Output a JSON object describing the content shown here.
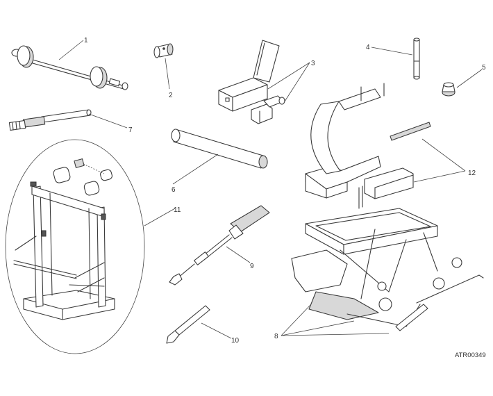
{
  "diagram": {
    "drawing_code": "ATR00349",
    "callouts": [
      {
        "id": "c1",
        "label": "1"
      },
      {
        "id": "c2",
        "label": "2"
      },
      {
        "id": "c3",
        "label": "3"
      },
      {
        "id": "c4",
        "label": "4"
      },
      {
        "id": "c5",
        "label": "5"
      },
      {
        "id": "c6",
        "label": "6"
      },
      {
        "id": "c7",
        "label": "7"
      },
      {
        "id": "c8",
        "label": "8"
      },
      {
        "id": "c9",
        "label": "9"
      },
      {
        "id": "c10",
        "label": "10"
      },
      {
        "id": "c11",
        "label": "11"
      },
      {
        "id": "c12",
        "label": "12"
      }
    ]
  }
}
